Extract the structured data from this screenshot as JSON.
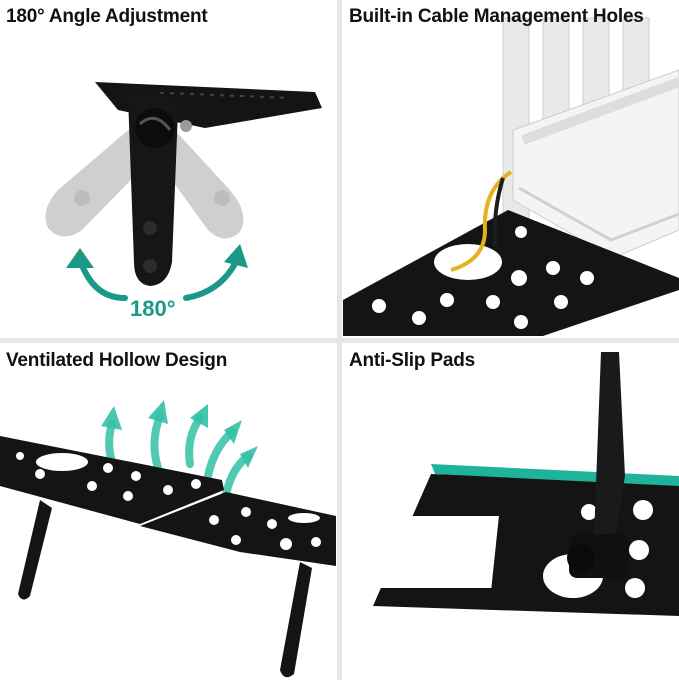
{
  "panels": [
    {
      "caption": "180° Angle Adjustment",
      "badge": "180°"
    },
    {
      "caption": "Built-in Cable Management Holes"
    },
    {
      "caption": "Ventilated Hollow Design"
    },
    {
      "caption": "Anti-Slip Pads"
    }
  ],
  "colors": {
    "accent": "#1a9a86",
    "metal": "#141414",
    "cable": "#e3b21f",
    "pad": "#1fb49a"
  }
}
